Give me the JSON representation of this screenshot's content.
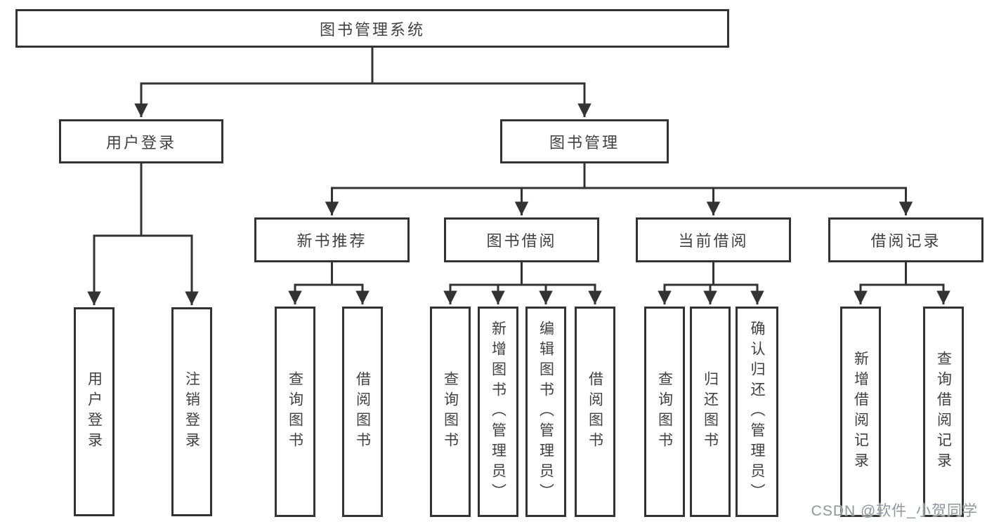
{
  "colors": {
    "line": "#333333",
    "text": "#404040",
    "box_bg": "#ffffff",
    "page_bg": "#ffffff",
    "watermark": "#8f959a"
  },
  "nodes": {
    "root": "图书管理系统",
    "l2": [
      "用户登录",
      "图书管理"
    ],
    "l3": [
      "新书推荐",
      "图书借阅",
      "当前借阅",
      "借阅记录"
    ],
    "leaves_user": [
      "用户登录",
      "注销登录"
    ],
    "leaves_new_book": [
      "查询图书",
      "借阅图书"
    ],
    "leaves_borrow": [
      "查询图书",
      "新增图书（管理员）",
      "编辑图书（管理员）",
      "借阅图书"
    ],
    "leaves_current": [
      "查询图书",
      "归还图书",
      "确认归还（管理员）"
    ],
    "leaves_records": [
      "新增借阅记录",
      "查询借阅记录"
    ]
  },
  "watermark": "CSDN @软件_小贺同学"
}
